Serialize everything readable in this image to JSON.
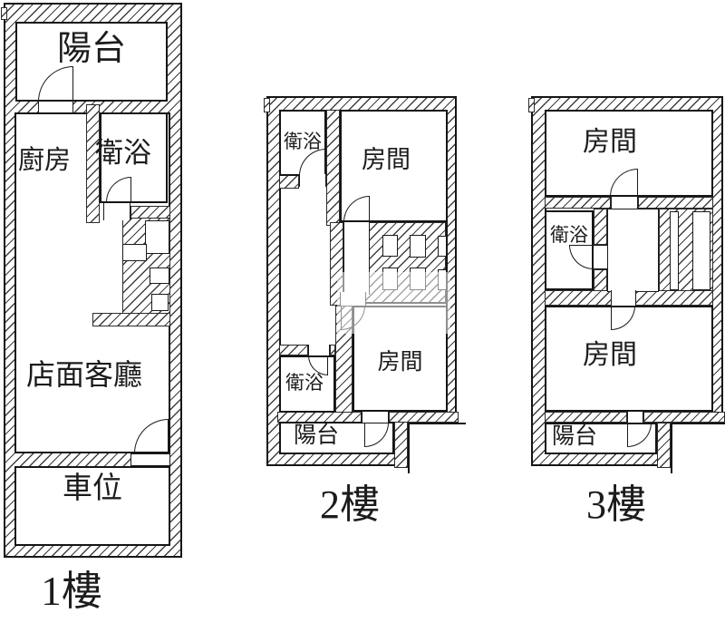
{
  "colors": {
    "line": "#1a1a1a",
    "hatch_line": "#3f3f3f",
    "paper": "#ffffff"
  },
  "floors": [
    {
      "caption": "1樓",
      "rooms": {
        "balcony": "陽台",
        "kitchen": "廚房",
        "bath": "衛浴",
        "living": "店面客廳",
        "parking": "車位"
      }
    },
    {
      "caption": "2樓",
      "rooms": {
        "bath_top": "衛浴",
        "room_top": "房間",
        "bath_bottom": "衛浴",
        "room_bottom": "房間",
        "balcony": "陽台"
      }
    },
    {
      "caption": "3樓",
      "rooms": {
        "room_top": "房間",
        "bath": "衛浴",
        "room_bottom": "房間",
        "balcony": "陽台"
      }
    }
  ]
}
